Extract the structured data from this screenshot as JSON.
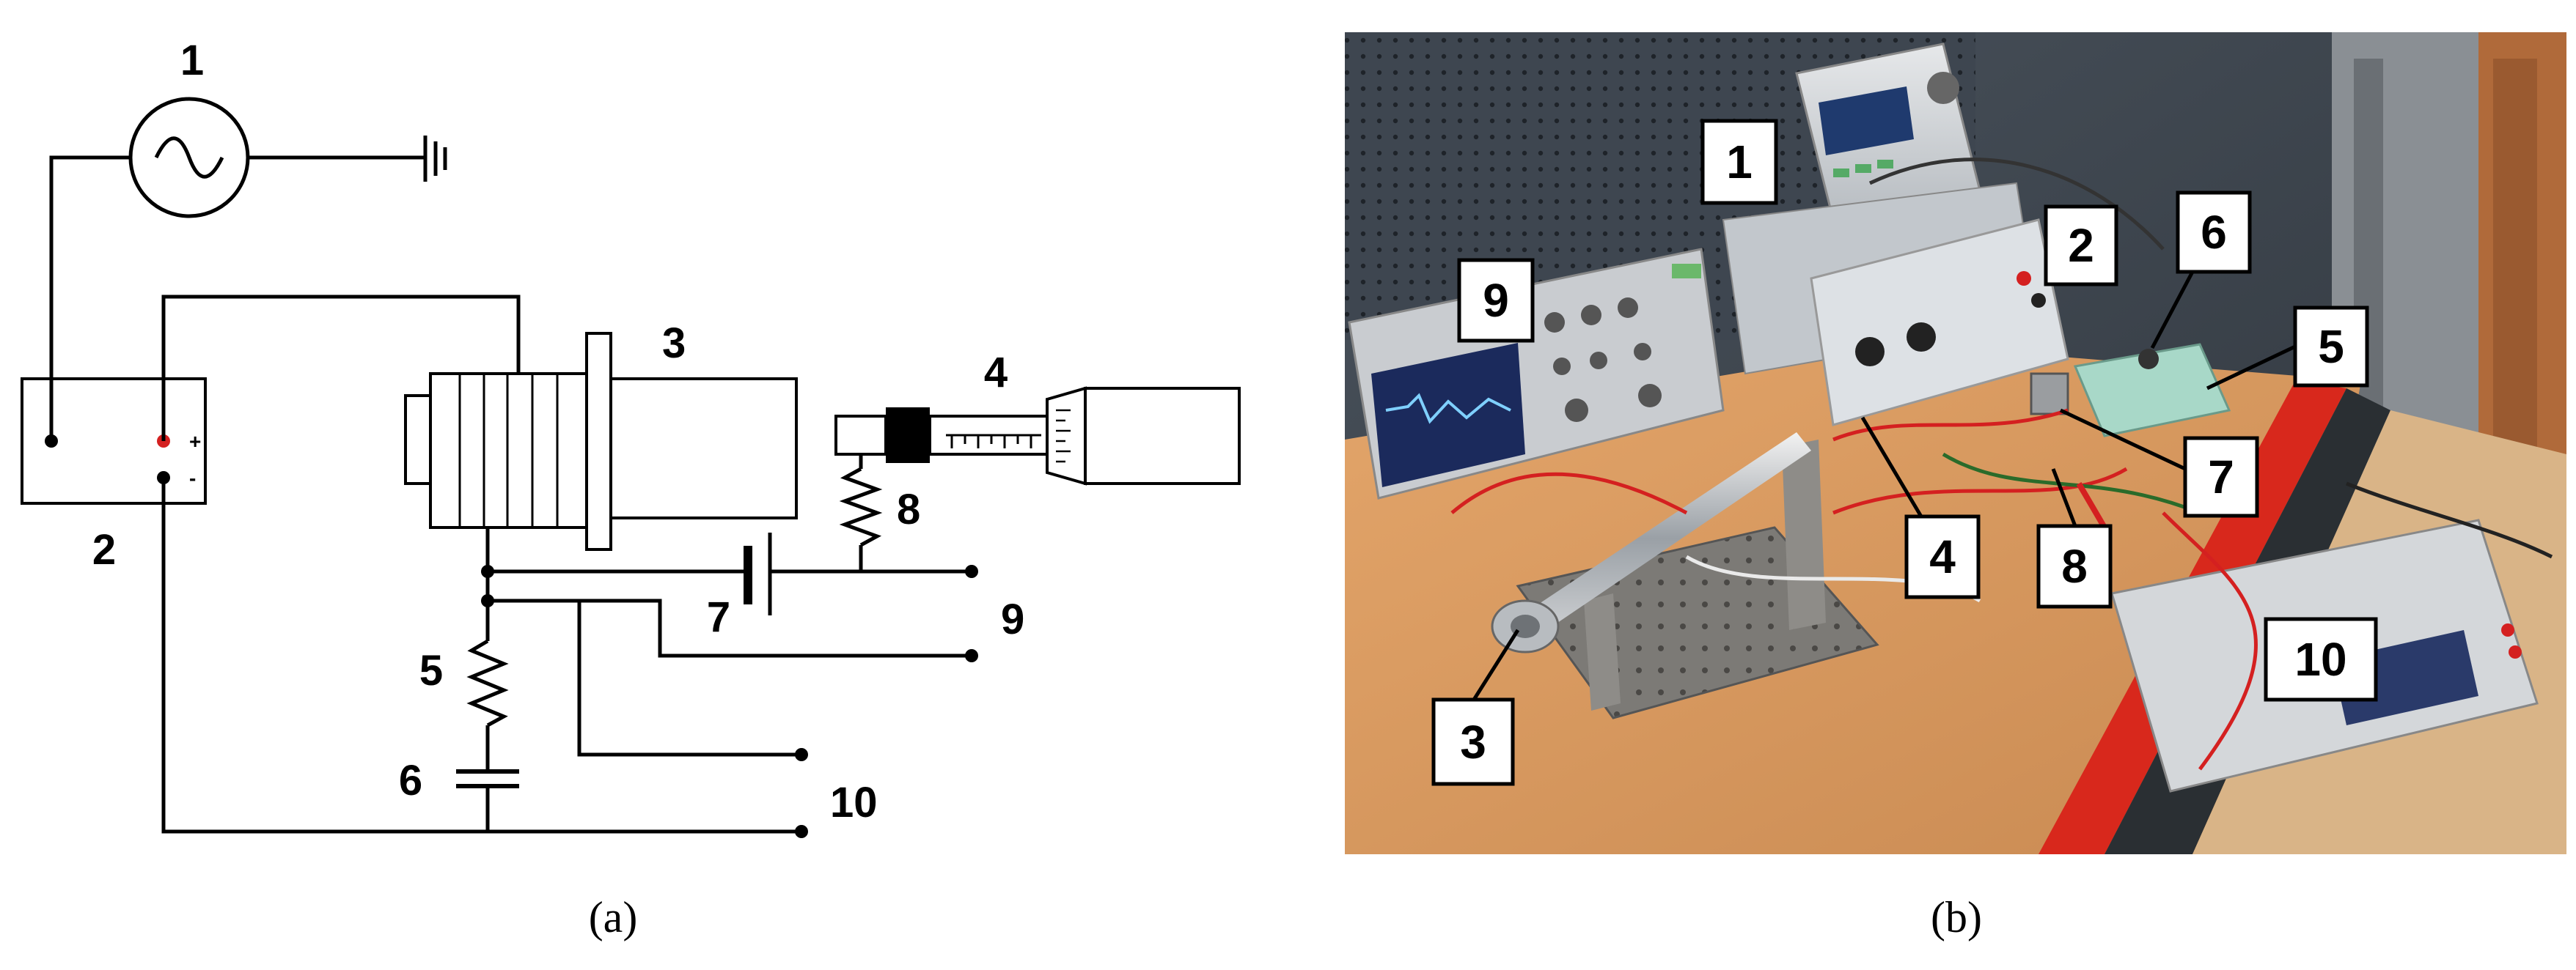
{
  "captions": {
    "a": "(a)",
    "b": "(b)"
  },
  "schematic": {
    "labels": [
      "1",
      "2",
      "3",
      "4",
      "5",
      "6",
      "7",
      "8",
      "9",
      "10"
    ],
    "supply_plus": "+",
    "supply_minus": "-",
    "terminal_colors": {
      "plus": "#d42020",
      "minus": "#000000"
    }
  },
  "photo": {
    "labels": [
      "1",
      "2",
      "3",
      "4",
      "5",
      "6",
      "7",
      "8",
      "9",
      "10"
    ]
  }
}
